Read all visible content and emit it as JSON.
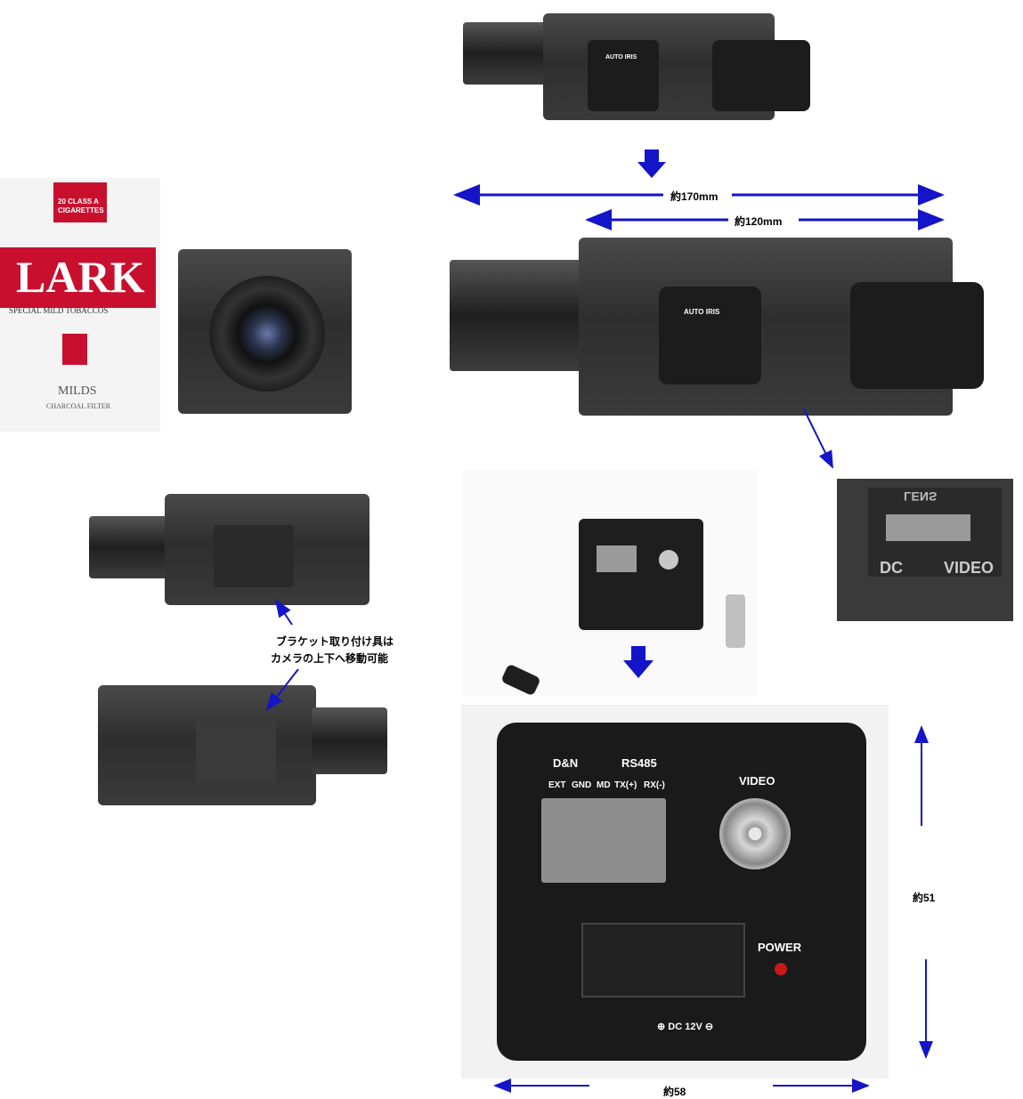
{
  "dimensions": {
    "length_170": "約170mm",
    "length_120": "約120mm",
    "height_51": "約51",
    "width_58": "約58"
  },
  "bracket_note": {
    "line1": "ブラケット取り付け具は",
    "line2": "カメラの上下へ移動可能"
  },
  "cigarette_pack": {
    "brand": "LARK",
    "class_line1": "20 CLASS A",
    "class_line2": "CIGARETTES",
    "tagline": "SPECIAL MILD TOBACCOS",
    "variant": "MILDS",
    "filter": "CHARCOAL FILTER"
  },
  "camera_side": {
    "auto_iris": "AUTO IRIS"
  },
  "rear_panel": {
    "dn_label": "D&N",
    "rs485_label": "RS485",
    "ext": "EXT",
    "gnd": "GND",
    "md": "MD",
    "tx": "TX(+)",
    "rx": "RX(-)",
    "video": "VIDEO",
    "power": "POWER",
    "dc": "⊕ DC 12V ⊖"
  },
  "zoom_inset": {
    "lens_label": "LENS",
    "dc": "DC",
    "video": "VIDEO"
  },
  "colors": {
    "arrow_blue": "#1414c8",
    "camera_black": "#2a2a2a",
    "lark_red": "#c8102e"
  }
}
